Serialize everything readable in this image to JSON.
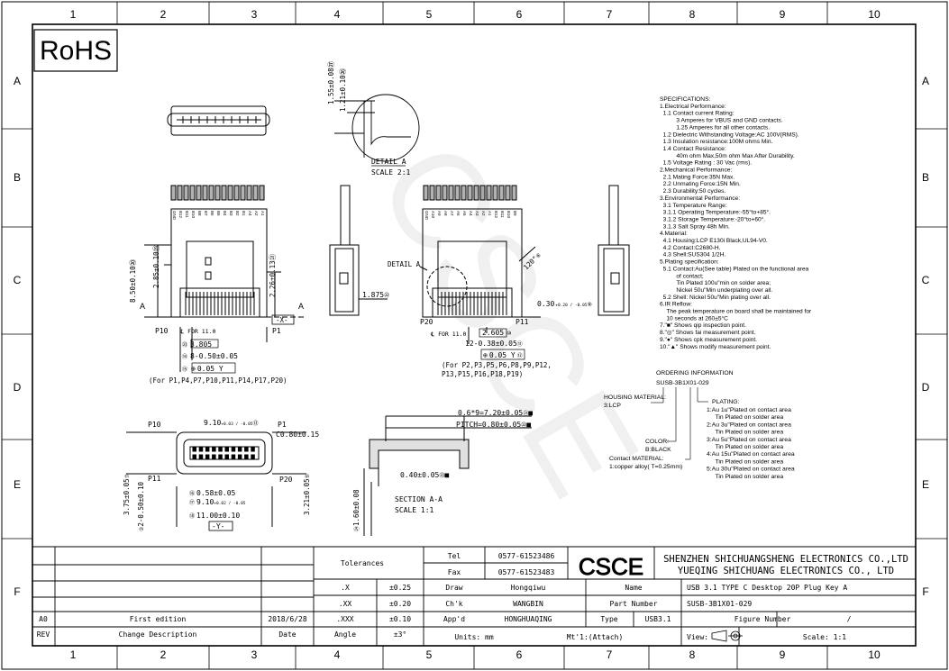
{
  "border": {
    "cols": [
      "1",
      "2",
      "3",
      "4",
      "5",
      "6",
      "7",
      "8",
      "9",
      "10"
    ],
    "rows": [
      "A",
      "B",
      "C",
      "D",
      "E",
      "F"
    ]
  },
  "rohs": "RoHS",
  "watermark": "CSCE",
  "top_view": {
    "detail_label": "DETAIL A",
    "detail_scale": "SCALE 2:1",
    "dim_155": "1.55±0.08",
    "dim_155_sym": "㉗",
    "dim_121": "1.21±0.10",
    "dim_121_sym": "㉖"
  },
  "left_view": {
    "pins_top": [
      "GND",
      "B12",
      "B11",
      "B10",
      "B8",
      "B7",
      "B6",
      "B5",
      "B4",
      "B3",
      "B2",
      "B1",
      "A4",
      "A2",
      "A1"
    ],
    "dim_850": "8.50±0.10",
    "dim_850_sym": "⑳",
    "dim_285": "2.85±0.10",
    "dim_285_sym": "⑲",
    "dim_226": "2.26±0.13",
    "dim_226_sym": "㉑",
    "label_p10": "P10",
    "label_p1": "P1",
    "label_x": "-X-",
    "label_a": "A",
    "cl_for": "℄ FOR 11.0",
    "dim_3805": "3.805",
    "dim_3805_sym": "㉓",
    "dim_8": "8-0.50±0.05",
    "dim_8_sym": "⑭",
    "tol_box": "0.05 Y",
    "tol_sym": "⑮",
    "note": "(For P1,P4,P7,P10,P11,P14,P17,P20)"
  },
  "side_view": {
    "dim_1875": "1.875",
    "dim_1875_sym": "㉒"
  },
  "mid_view": {
    "pins_top": [
      "GND",
      "A10",
      "A9",
      "A8",
      "A7",
      "A6",
      "A5",
      "A4",
      "A3",
      "A2",
      "A1",
      "B12",
      "B11",
      "B10",
      "B9"
    ],
    "label_detail": "DETAIL A",
    "label_p20": "P20",
    "label_p11": "P11",
    "cl_for": "℄ FOR 11.0",
    "dim_2605": "2.605",
    "dim_2605_sym": "⑩",
    "dim_12": "12-0.38±0.05",
    "dim_12_sym": "⑪",
    "tol_box": "0.05 Y",
    "tol_sym": "⑫",
    "dim_030": "0.30",
    "dim_030_tol": "+0.20 / -0.05",
    "dim_030_sym": "⑨",
    "angle": "120°",
    "angle_sym": "⑧",
    "note1": "(For P2,P3,P5,P6,P8,P9,P12,",
    "note2": "P13,P15,P16,P18,P19)"
  },
  "front_view": {
    "label_p10": "P10",
    "label_p1": "P1",
    "label_p11": "P11",
    "label_p20": "P20",
    "dim_910_top": "9.10",
    "dim_910_top_tol": "+0.03 / -0.05",
    "dim_910_top_sym": "⑬",
    "chamfer": "C0.80±0.15",
    "dim_058": "0.58±0.05",
    "dim_058_sym": "⑯",
    "dim_910": "9.10",
    "dim_910_tol": "+0.02 / -0.05",
    "dim_910_sym": "⑰",
    "dim_1100": "11.00±0.10",
    "dim_1100_sym": "⑱",
    "label_y": "-Y-",
    "dim_375": "3.75±0.05",
    "dim_375_sym": "⑦",
    "dim_2050": "2-0.50±0.10",
    "dim_2050_sym": "②",
    "dim_321": "3.21±0.05",
    "dim_321_sym": "⑤"
  },
  "section": {
    "dim_06": "0.6*9=7.20±0.05",
    "dim_06_sym": "㉑",
    "dim_pitch": "PITCH=0.80±0.05",
    "dim_pitch_sym": "㉒",
    "dim_040": "0.40±0.05",
    "dim_040_sym": "㉓",
    "dim_160": "1.60±0.08",
    "dim_160_sym": "㉔",
    "title": "SECTION A-A",
    "scale": "SCALE 1:1"
  },
  "specs": [
    "SPECIFICATIONS:",
    "1.Electrical Performance:",
    "  1.1  Contact current Rating:",
    "          3 Amperes for VBUS and GND contacts.",
    "          1.25 Amperes for all other contacts.",
    "  1.2  Dielectric Withstanding Voltage:AC 100V(RMS).",
    "  1.3  Insulation resistance:100M ohms Min.",
    "  1.4  Contact Resistance:",
    "          40m ohm Max,50m ohm Max After Durability.",
    "  1.5  Voltage Rating : 30 Vac (rms).",
    "2.Mechanical Performance:",
    "  2.1  Mating Force:35N Max.",
    "  2.2  Unmating Force:15N Min.",
    "  2.3  Durability:50 cycles.",
    "3.Environmental Performance:",
    "  3.1  Temperature Range:",
    "  3.1.1  Operating Temperature:-55°to+85°.",
    "  3.1.2  Storage Temperature:-20°to+60°.",
    "  3.1.3  Salt Spray 48h Min.",
    "4.Material:",
    "  4.1  Housing:LCP E130i Black,UL94-V0.",
    "  4.2  Contact:C2680-H.",
    "  4.3  Shell:SUS304 1/2H.",
    "5.Plating specification:",
    "  5.1  Contact:Au(See table) Plated on the functional area",
    "          of contact;",
    "          Tin Plated 100u\"min on solder area;",
    "          Nickel 50u\"Min underplating over all.",
    "  5.2  Shell: Nickel 50u\"Min plating over all.",
    "6.IR Reflow:",
    "    The peak temperature on board shall be maintained for",
    "    10 seconds at 260±5°C",
    "7.\"■\" Shows qip inspection point.",
    "8.\"◎\" Shows fai measurement point.",
    "9.\"●\" Shows cpk measurement point.",
    "10.\"▲\" Shows modify measurement point."
  ],
  "ordering": {
    "title": "ORDERING INFORMATION",
    "part": "SUSB-3B1X01-029",
    "housing_label": "HOUSING MATERIAL:",
    "housing_value": "3:LCP",
    "color_label": "COLOR:",
    "color_value": "B:BLACK",
    "contact_label": "Contact MATERIAL:",
    "contact_value": "1:copper alloy( T=0.25mm)",
    "plating_title": "PLATING:",
    "plating": [
      "1:Au 1u\"Plated on contact area",
      "   Tin Plated on solder area",
      "2:Au 3u\"Plated on contact area",
      "   Tin Plated on solder area",
      "3:Au 5u\"Plated on contact area",
      "   Tin Plated on solder area",
      "4:Au 15u\"Plated on contact area",
      "   Tin Plated on solder area",
      "5:Au 30u\"Plated on contact area",
      "   Tin Plated on solder area"
    ]
  },
  "title_block": {
    "tolerances": "Tolerances",
    "tol_rows": [
      {
        "k": ".X",
        "v": "±0.25"
      },
      {
        "k": ".XX",
        "v": "±0.20"
      },
      {
        "k": ".XXX",
        "v": "±0.10"
      },
      {
        "k": "Angle",
        "v": "±3°"
      }
    ],
    "tel_label": "Tel",
    "tel": "0577-61523486",
    "fax_label": "Fax",
    "fax": "0577-61523483",
    "logo": "CSCE",
    "company1": "SHENZHEN SHICHUANGSHENG ELECTRONICS CO.,LTD",
    "company2": "YUEQING SHICHUANG ELECTRONICS CO., LTD",
    "draw_label": "Draw",
    "draw": "Hongqiwu",
    "chk_label": "Ch'k",
    "chk": "WANGBIN",
    "appd_label": "App'd",
    "appd": "HONGHUAQING",
    "units": "Units: mm",
    "mt": "Mt'1:(Attach)",
    "name_label": "Name",
    "name": "USB 3.1 TYPE C Desktop 20P Plug Key A",
    "pn_label": "Part Number",
    "pn": "SUSB-3B1X01-029",
    "type_label": "Type",
    "type": "USB3.1",
    "figure_label": "Figure Number",
    "figure": "/",
    "view_label": "View:",
    "scale": "Scale: 1:1",
    "rev_code": "A0",
    "rev_desc": "First edition",
    "rev_date": "2018/6/28",
    "rev_label": "REV",
    "chg_label": "Change Description",
    "date_label": "Date"
  }
}
